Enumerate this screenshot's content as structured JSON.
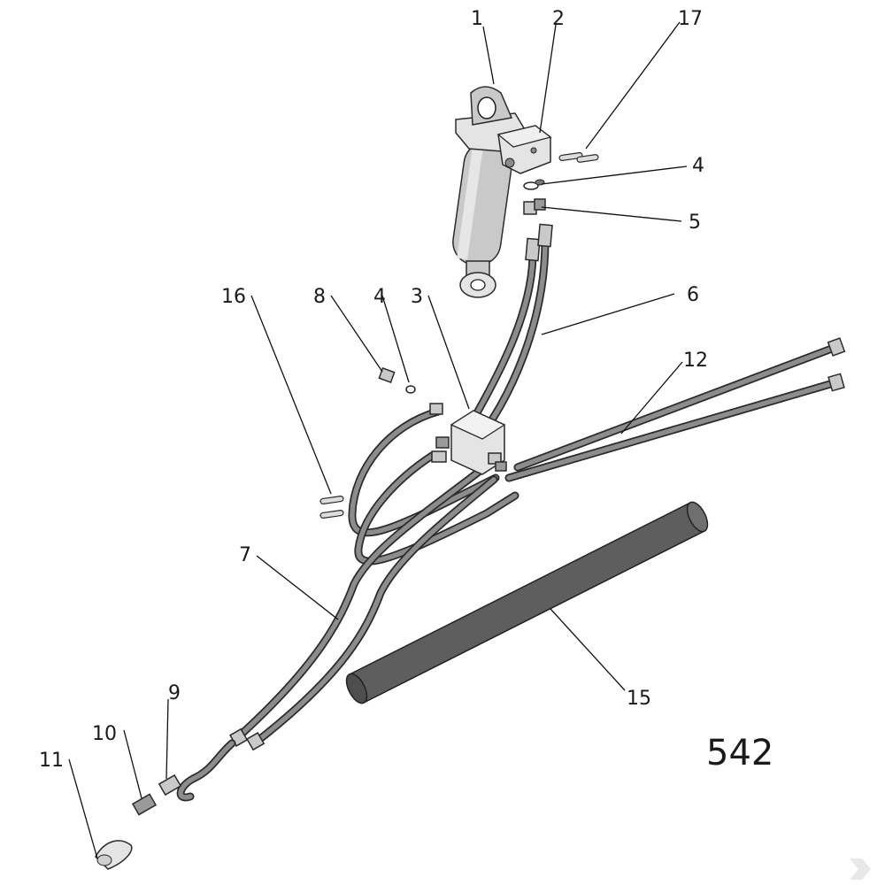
{
  "diagram": {
    "drawing_number": "542",
    "callouts": [
      {
        "id": "c1",
        "label": "1"
      },
      {
        "id": "c2",
        "label": "2"
      },
      {
        "id": "c17",
        "label": "17"
      },
      {
        "id": "c4a",
        "label": "4"
      },
      {
        "id": "c5",
        "label": "5"
      },
      {
        "id": "c6",
        "label": "6"
      },
      {
        "id": "c16",
        "label": "16"
      },
      {
        "id": "c8",
        "label": "8"
      },
      {
        "id": "c4b",
        "label": "4"
      },
      {
        "id": "c3",
        "label": "3"
      },
      {
        "id": "c12",
        "label": "12"
      },
      {
        "id": "c7",
        "label": "7"
      },
      {
        "id": "c15",
        "label": "15"
      },
      {
        "id": "c9",
        "label": "9"
      },
      {
        "id": "c10",
        "label": "10"
      },
      {
        "id": "c11",
        "label": "11"
      }
    ],
    "colors": {
      "line": "#111111",
      "part_fill": "#c9c9c9",
      "hose_fill": "#8c8c8c",
      "tube_fill": "#5e5e5e",
      "watermark": "#e0e0e0"
    }
  }
}
